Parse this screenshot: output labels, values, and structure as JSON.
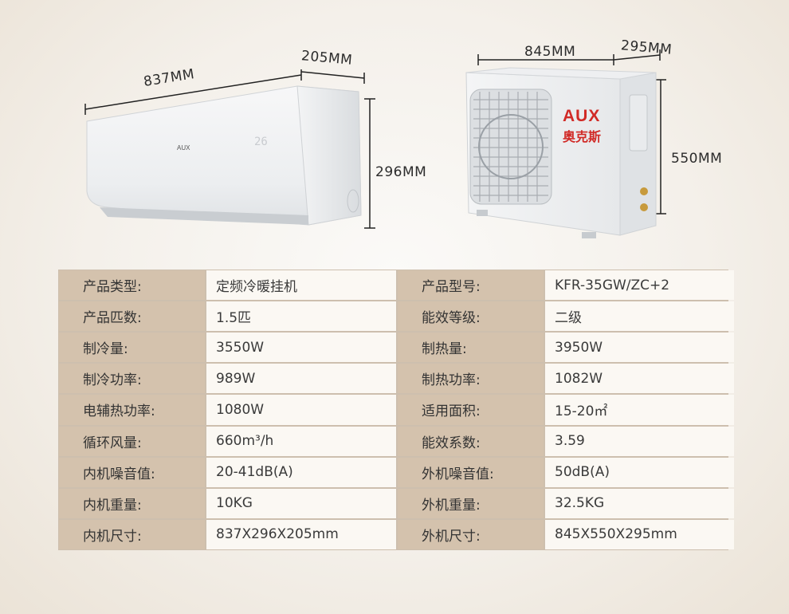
{
  "dimensions": {
    "indoor_width": "837MM",
    "indoor_depth": "205MM",
    "indoor_height": "296MM",
    "outdoor_width": "845MM",
    "outdoor_depth": "295MM",
    "outdoor_height": "550MM"
  },
  "brand": {
    "logo_text": "AUX",
    "logo_cn": "奥克斯",
    "indoor_logo": "AUX",
    "indoor_display": "26"
  },
  "specs": [
    {
      "l1": "产品类型:",
      "v1": "定频冷暖挂机",
      "l2": "产品型号:",
      "v2": "KFR-35GW/ZC+2"
    },
    {
      "l1": "产品匹数:",
      "v1": "1.5匹",
      "l2": "能效等级:",
      "v2": "二级"
    },
    {
      "l1": "制冷量:",
      "v1": "3550W",
      "l2": "制热量:",
      "v2": "3950W"
    },
    {
      "l1": "制冷功率:",
      "v1": "989W",
      "l2": "制热功率:",
      "v2": "1082W"
    },
    {
      "l1": "电辅热功率:",
      "v1": "1080W",
      "l2": "适用面积:",
      "v2": "15-20㎡"
    },
    {
      "l1": "循环风量:",
      "v1": "660m³/h",
      "l2": "能效系数:",
      "v2": "3.59"
    },
    {
      "l1": "内机噪音值:",
      "v1": "20-41dB(A)",
      "l2": "外机噪音值:",
      "v2": "50dB(A)"
    },
    {
      "l1": "内机重量:",
      "v1": "10KG",
      "l2": "外机重量:",
      "v2": "32.5KG"
    },
    {
      "l1": "内机尺寸:",
      "v1": "837X296X205mm",
      "l2": "外机尺寸:",
      "v2": "845X550X295mm"
    }
  ]
}
